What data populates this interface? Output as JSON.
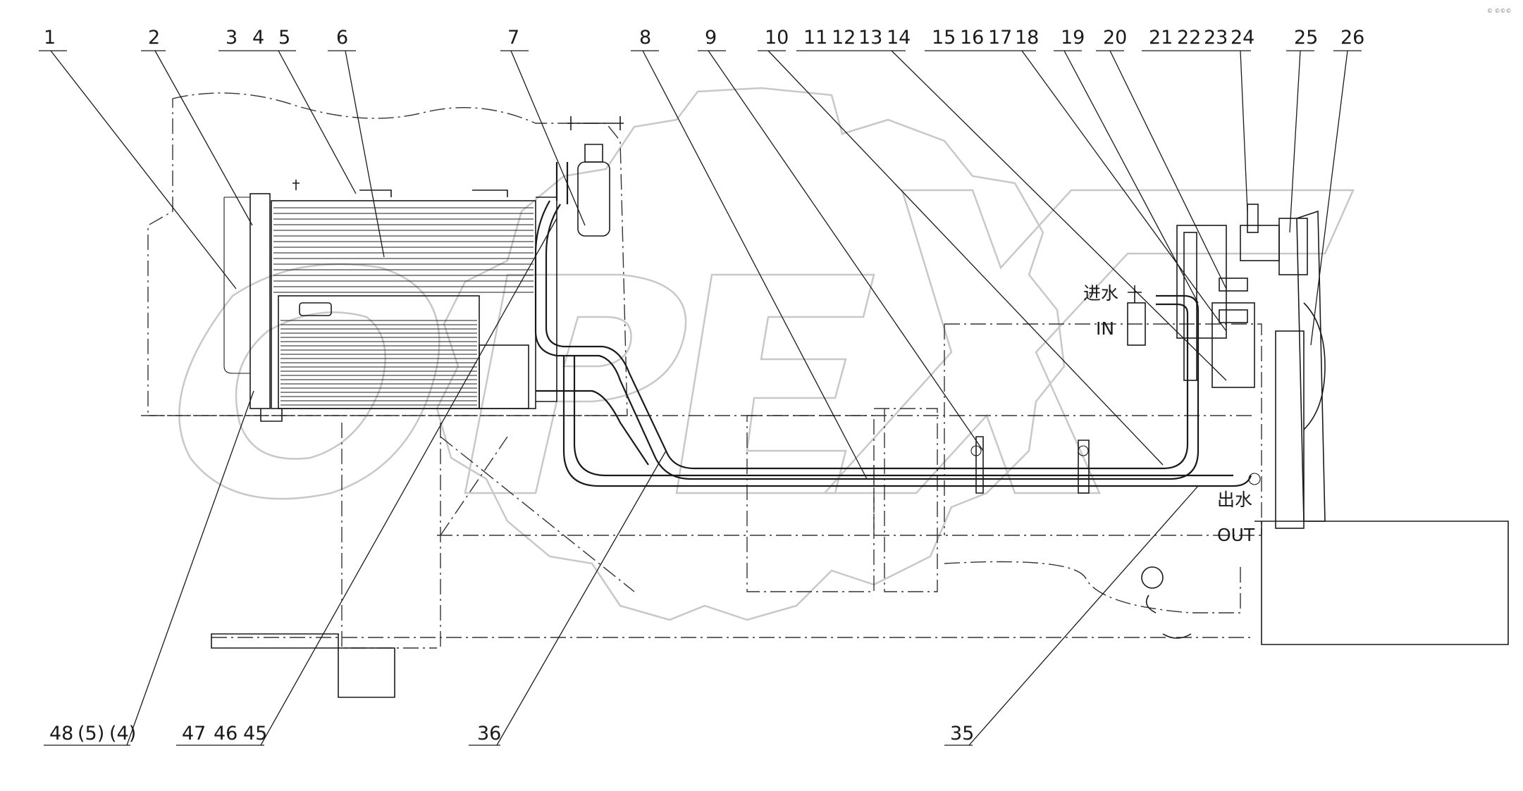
{
  "drawing": {
    "brand_mark": "© ©©©",
    "watermark_text": "OPEX",
    "callouts": {
      "top": [
        "1",
        "2",
        "3",
        "4",
        "5",
        "6",
        "7",
        "8",
        "9",
        "10",
        "11",
        "12",
        "13",
        "14",
        "15",
        "16",
        "17",
        "18",
        "19",
        "20",
        "21",
        "22",
        "23",
        "24",
        "25",
        "26"
      ],
      "bottom": [
        "48",
        "(5)",
        "(4)",
        "47",
        "46",
        "45",
        "36",
        "35"
      ]
    },
    "annotations": {
      "inlet_cn": "进水",
      "inlet_en": "IN",
      "outlet_cn": "出水",
      "outlet_en": "OUT"
    }
  }
}
